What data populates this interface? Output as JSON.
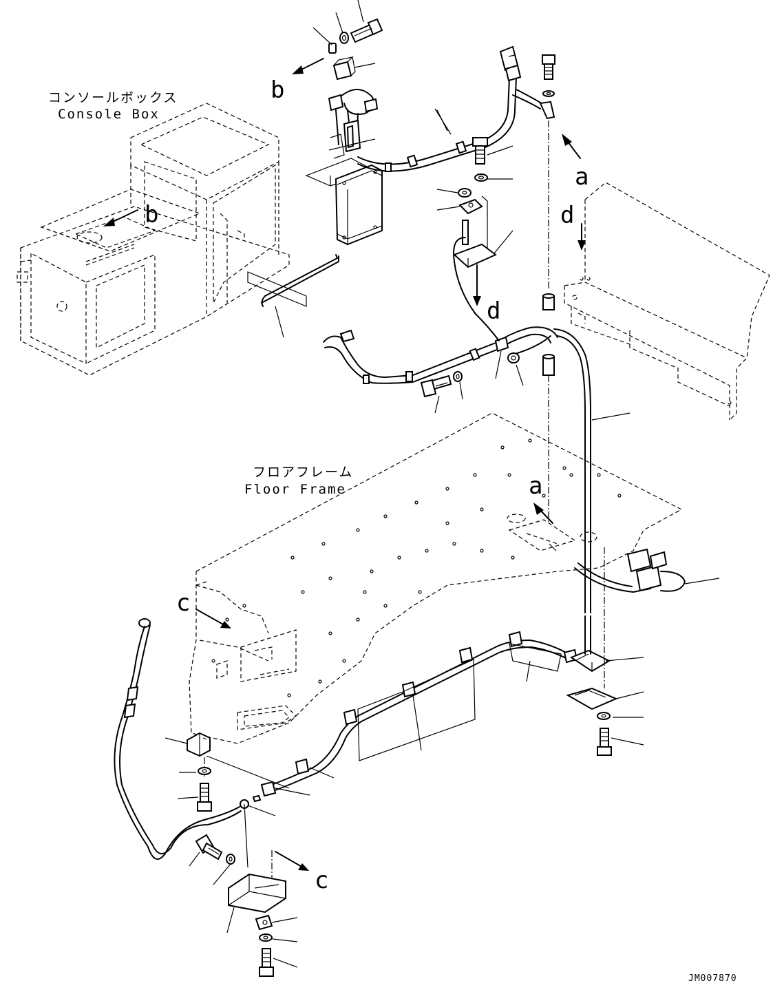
{
  "captions": {
    "console_jp": "コンソールボックス",
    "console_en": "Console Box",
    "floor_jp": "フロアフレーム",
    "floor_en": "Floor Frame"
  },
  "view_markers": {
    "a": "a",
    "b": "b",
    "c": "c",
    "d": "d"
  },
  "drawing_code": "JM007870"
}
